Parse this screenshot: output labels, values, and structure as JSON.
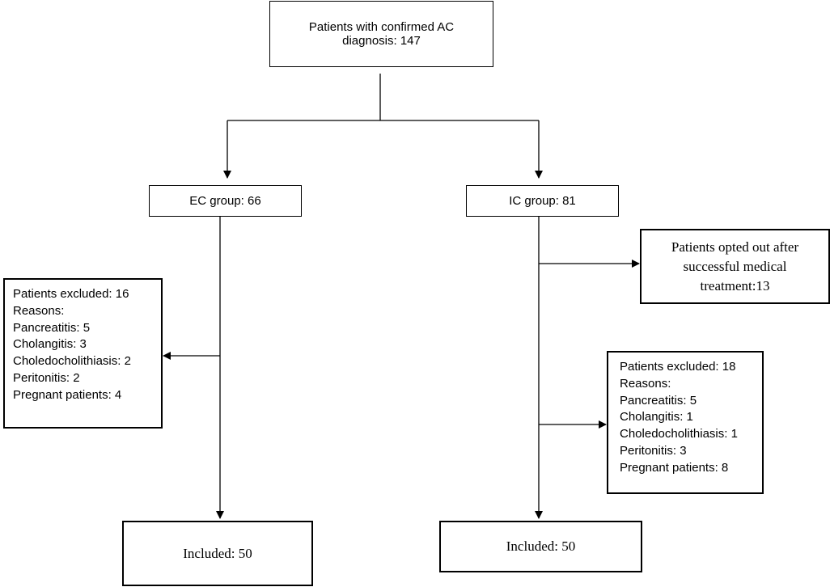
{
  "top_box": {
    "line1": "Patients with confirmed AC",
    "line2": "diagnosis: 147"
  },
  "ec_group": {
    "label": "EC group: 66"
  },
  "ic_group": {
    "label": "IC group: 81"
  },
  "opted_out": {
    "line1": "Patients opted out after",
    "line2": "successful medical",
    "line3": "treatment:13"
  },
  "ec_excluded": {
    "title": "Patients excluded: 16",
    "reasons_label": "Reasons:",
    "reasons": [
      "Pancreatitis: 5",
      "Cholangitis: 3",
      "Choledocholithiasis: 2",
      "Peritonitis: 2",
      "Pregnant patients: 4"
    ]
  },
  "ic_excluded": {
    "title": "Patients excluded: 18",
    "reasons_label": "Reasons:",
    "reasons": [
      "Pancreatitis: 5",
      "Cholangitis: 1",
      "Choledocholithiasis: 1",
      "Peritonitis: 3",
      "Pregnant patients: 8"
    ]
  },
  "ec_included": {
    "label": "Included: 50"
  },
  "ic_included": {
    "label": "Included: 50"
  }
}
